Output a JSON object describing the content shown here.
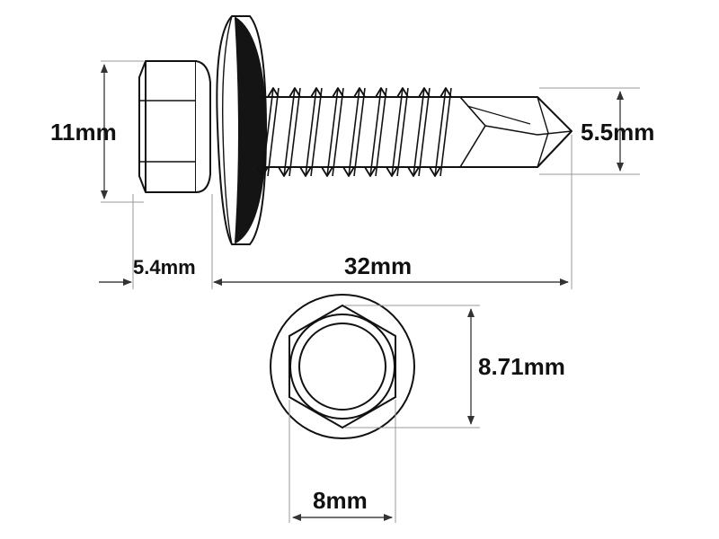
{
  "diagram": {
    "colors": {
      "outline": "#111111",
      "dimension_line": "#444444",
      "extension_line": "#9a9a9a",
      "washer_rubber": "#141414",
      "background": "#ffffff"
    },
    "dimensions": {
      "head_height": "11mm",
      "tip_diameter": "5.5mm",
      "head_thickness": "5.4mm",
      "screw_length": "32mm",
      "hex_across_corners": "8.71mm",
      "hex_across_flats": "8mm"
    }
  }
}
